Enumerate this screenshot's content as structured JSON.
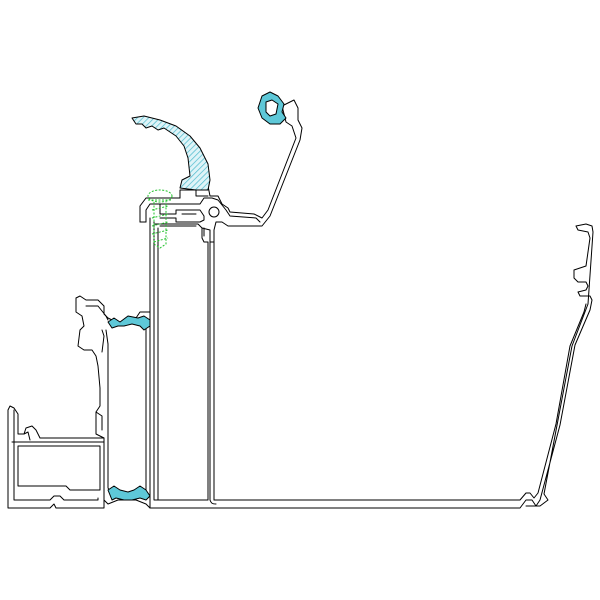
{
  "drawing": {
    "kind": "aluminium-profile-cross-section",
    "colors": {
      "background": "#ffffff",
      "profile_outline": "#000000",
      "gasket_fill": "#5ec8d8",
      "screw": "#22c22c"
    },
    "parts": [
      "outer-frame-profile",
      "sash-profile",
      "central-mullion",
      "cover-plate",
      "glazing-bead-clip",
      "gasket-upper-left",
      "gasket-lower-left",
      "top-seal",
      "retaining-screw",
      "base-channel"
    ]
  }
}
